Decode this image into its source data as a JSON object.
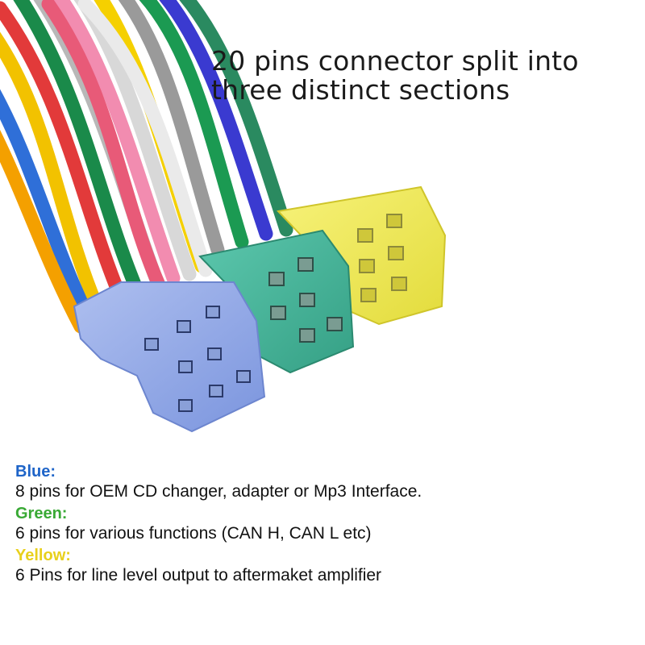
{
  "headline": {
    "line1": "20 pins connector split into",
    "line2": "three distinct sections"
  },
  "sections": [
    {
      "label": "Blue:",
      "color": "#1e64c8",
      "description": "8 pins for OEM CD changer,   adapter or Mp3 Interface."
    },
    {
      "label": "Green:",
      "color": "#39a935",
      "description": "6 pins for various functions (CAN H, CAN L etc)"
    },
    {
      "label": "Yellow:",
      "color": "#e8d01c",
      "description": "6 Pins for line level output  to  aftermaket amplifier"
    }
  ],
  "colors": {
    "connector_blue": "#8fa8e8",
    "connector_green": "#43b89a",
    "connector_yellow": "#f2ec5a"
  }
}
